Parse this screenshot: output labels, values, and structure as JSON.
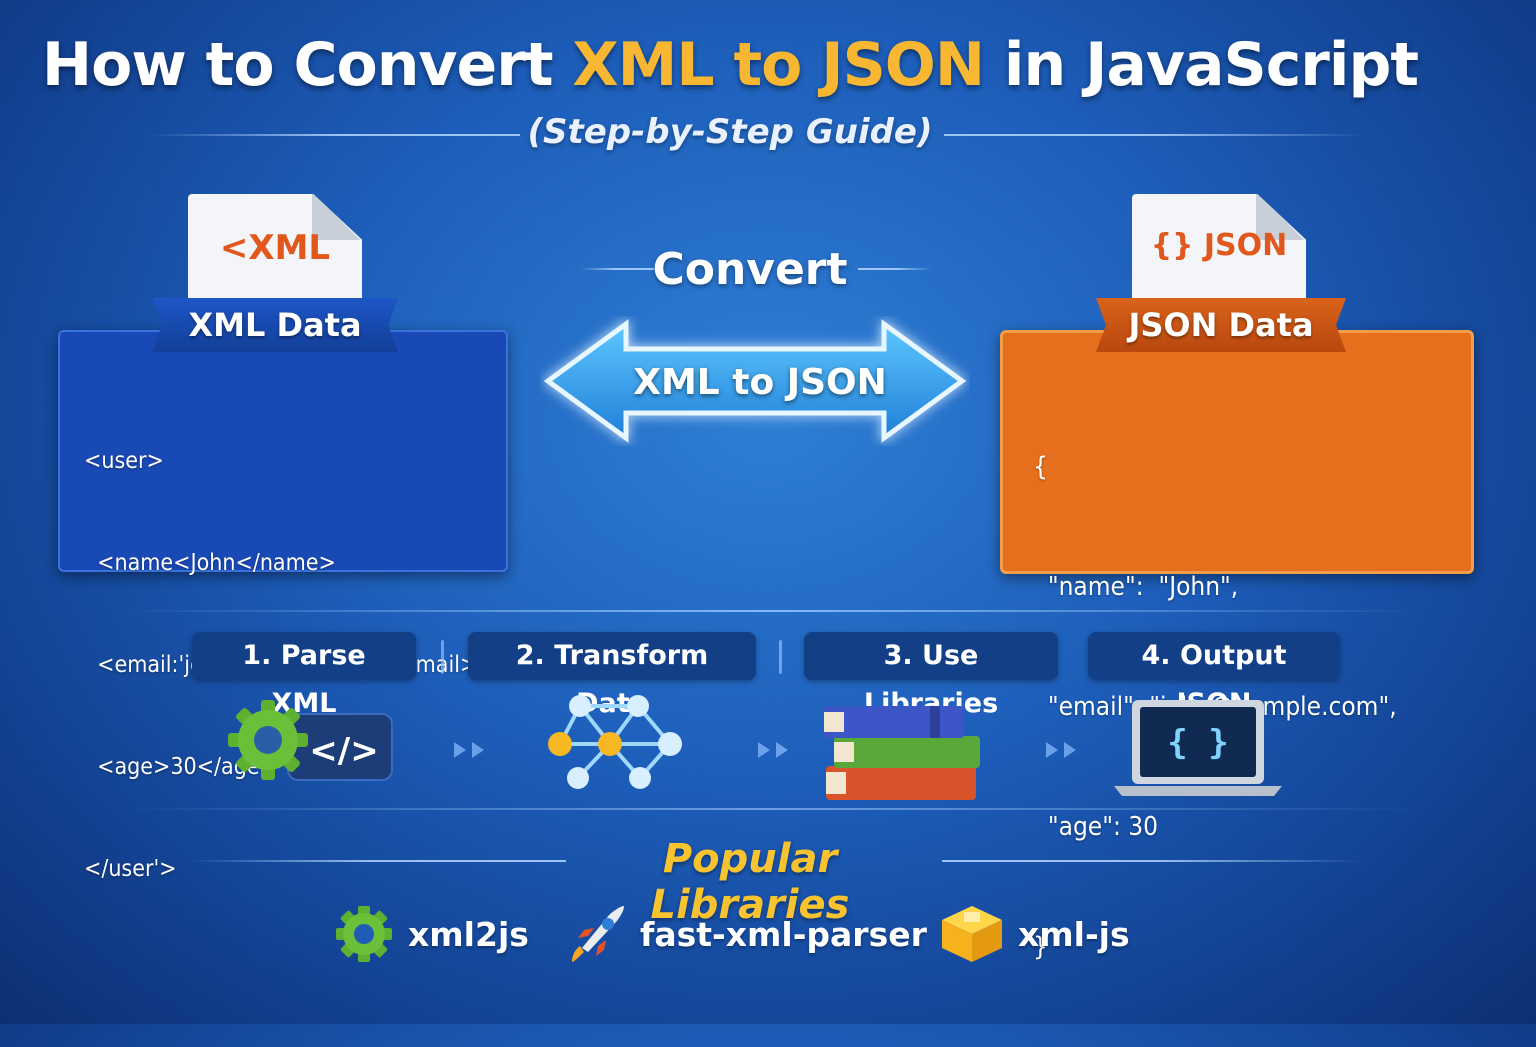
{
  "title": {
    "part1": "How to Convert ",
    "highlight": "XML to JSON",
    "part2": " in JavaScript"
  },
  "subtitle": "(Step-by-Step Guide)",
  "xml": {
    "doc_label": "<XML",
    "panel_label": "XML Data",
    "code_lines": [
      "<user>",
      "  <name<John</name>",
      "  <email:'john@example.com/ email>",
      "  <age>30</age>",
      "</user'>"
    ]
  },
  "json": {
    "doc_label": "{} JSON",
    "panel_label": "JSON Data",
    "code_lines": [
      "{",
      "  \"name\":  \"John\",",
      "  \"email\": \"john@eample.com\",",
      "  \"age\": 30",
      "}"
    ]
  },
  "convert": {
    "label": "Convert",
    "arrow_text": "XML to JSON"
  },
  "steps": [
    {
      "label": "1. Parse XML",
      "icon": "gear-code-icon"
    },
    {
      "label": "2. Transform Data",
      "icon": "network-nodes-icon"
    },
    {
      "label": "3. Use Libraries",
      "icon": "books-icon"
    },
    {
      "label": "4. Output JSON",
      "icon": "laptop-json-icon"
    }
  ],
  "libraries": {
    "title": "Popular Libraries",
    "items": [
      {
        "name": "xml2js",
        "icon": "gear-icon"
      },
      {
        "name": "fast-xml-parser",
        "icon": "rocket-icon"
      },
      {
        "name": "xml-js",
        "icon": "cube-icon"
      }
    ]
  },
  "colors": {
    "accent": "#f7b733",
    "xml_panel": "#1949b5",
    "json_panel": "#e56f1d",
    "background": "#1c5cb8"
  }
}
